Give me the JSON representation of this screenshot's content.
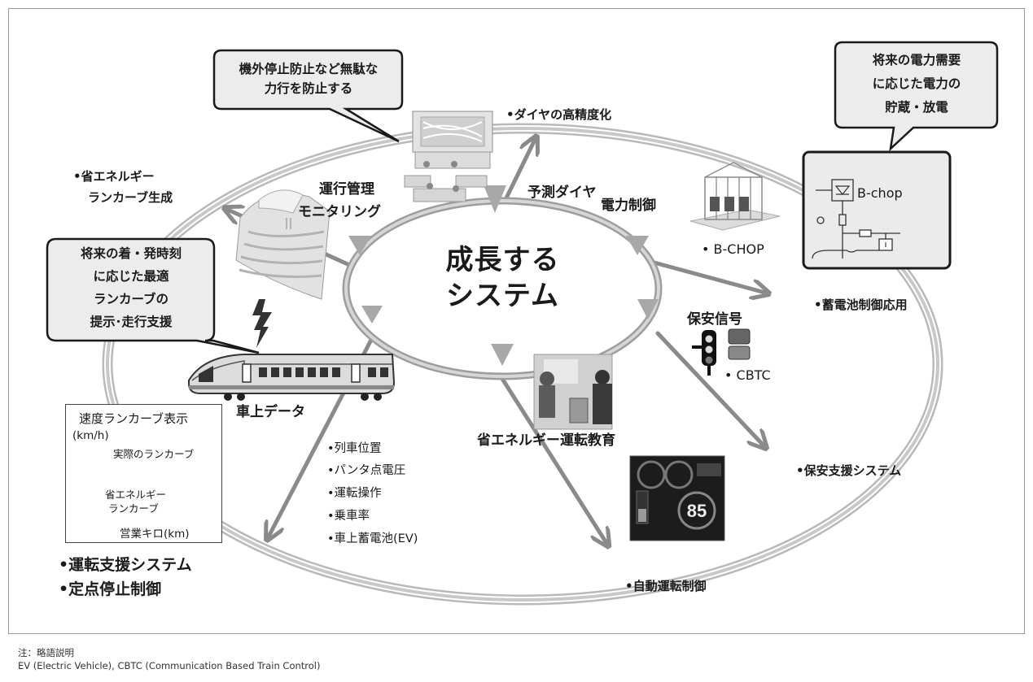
{
  "center": {
    "line1": "成長する",
    "line2": "システム"
  },
  "bubbles": {
    "top_left": {
      "line1": "機外停止防止など無駄な",
      "line2": "力行を防止する"
    },
    "left": {
      "line1": "将来の着・発時刻",
      "line2": "に応じた最適",
      "line3": "ランカーブの",
      "line4": "提示･走行支援"
    },
    "top_right": {
      "line1": "将来の電力需要",
      "line2": "に応じた電力の",
      "line3": "貯蔵・放電"
    }
  },
  "labels": {
    "diagram_precision": "•ダイヤの高精度化",
    "energy_runcurve_1": "•省エネルギー",
    "energy_runcurve_2": "ランカーブ生成",
    "ops_mgmt_1": "運行管理",
    "ops_mgmt_2": "モニタリング",
    "prediction": "予測ダイヤ",
    "power_control": "電力制御",
    "bchop": "• B-CHOP",
    "battery_app": "•蓄電池制御応用",
    "safety_signal": "保安信号",
    "cbtc": "• CBTC",
    "safety_support": "•保安支援システム",
    "onboard_data": "車上データ",
    "eco_education": "省エネルギー運転教育",
    "auto_operation": "•自動運転制御",
    "driving_support": "•運転支援システム",
    "fixed_stop": "•定点停止制御",
    "circuit_label": "B-chop"
  },
  "onboard_list": [
    "•列車位置",
    "•パンタ点電圧",
    "•運転操作",
    "•乗車率",
    "•車上蓄電池(EV)"
  ],
  "chart": {
    "title": "速度ランカーブ表示",
    "unit": "(km/h)",
    "actual": "実際のランカーブ",
    "eco_1": "省エネルギー",
    "eco_2": "ランカーブ",
    "xlabel": "営業キロ(km)"
  },
  "footnote": {
    "line1": "注：略語説明",
    "line2": "EV (Electric Vehicle), CBTC (Communication Based Train Control)"
  },
  "colors": {
    "ring": "#c8c8c8",
    "arrow": "#8a8a8a",
    "bubble_fill": "#ececec",
    "speedo": "#1c1c1c"
  }
}
